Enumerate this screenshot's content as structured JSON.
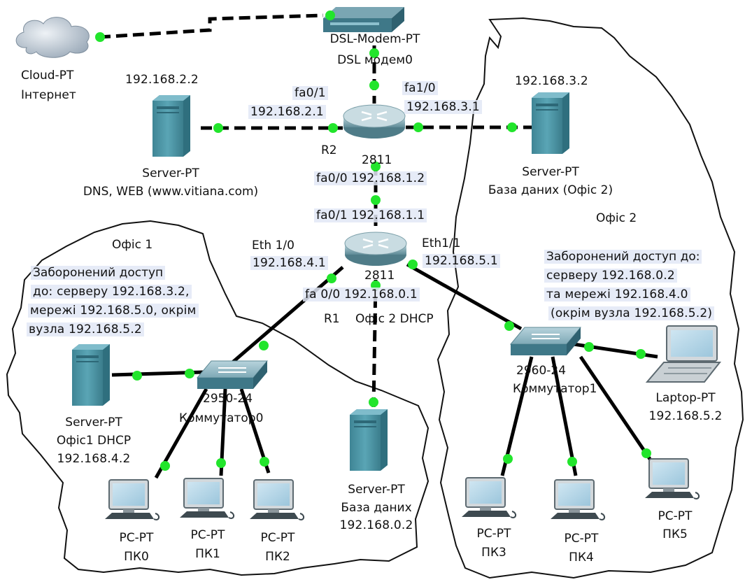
{
  "colors": {
    "link": "#000000",
    "port_dot": "#22e52c",
    "device_teal": "#4e96a6",
    "zone_border": "#000000",
    "label_bg": "#e2e8f6"
  },
  "devices": {
    "cloud": {
      "type": "Cloud-PT",
      "name": "Інтернет",
      "icon": "cloud-icon"
    },
    "modem": {
      "type": "DSL-Modem-PT",
      "name": "DSL модем0",
      "icon": "dsl-modem-icon"
    },
    "r2": {
      "model": "2811",
      "name": "R2",
      "icon": "router-icon"
    },
    "r1": {
      "model": "2811",
      "name": "R1",
      "icon": "router-icon"
    },
    "server_dns": {
      "type": "Server-PT",
      "name": "DNS, WEB (www.vitiana.com)",
      "ip": "192.168.2.2",
      "icon": "server-icon"
    },
    "server_db2": {
      "type": "Server-PT",
      "name": "База даних (Офіс 2)",
      "ip": "192.168.3.2",
      "icon": "server-icon"
    },
    "server_dhcp1": {
      "type": "Server-PT",
      "name": "Офіс1 DHCP",
      "ip": "192.168.4.2",
      "icon": "server-icon"
    },
    "server_db": {
      "type": "Server-PT",
      "name": "База даних",
      "ip": "192.168.0.2",
      "icon": "server-icon"
    },
    "switch0": {
      "model": "2950-24",
      "name": "Коммутатор0",
      "icon": "switch-icon"
    },
    "switch1": {
      "model": "2960-24",
      "name": "Коммутатор1",
      "icon": "switch-icon"
    },
    "laptop": {
      "type": "Laptop-PT",
      "ip": "192.168.5.2",
      "icon": "laptop-icon"
    },
    "pc0": {
      "type": "PC-PT",
      "name": "ПК0",
      "icon": "pc-icon"
    },
    "pc1": {
      "type": "PC-PT",
      "name": "ПК1",
      "icon": "pc-icon"
    },
    "pc2": {
      "type": "PC-PT",
      "name": "ПК2",
      "icon": "pc-icon"
    },
    "pc3": {
      "type": "PC-PT",
      "name": "ПК3",
      "icon": "pc-icon"
    },
    "pc4": {
      "type": "PC-PT",
      "name": "ПК4",
      "icon": "pc-icon"
    },
    "pc5": {
      "type": "PC-PT",
      "name": "ПК5",
      "icon": "pc-icon"
    }
  },
  "interfaces": {
    "r2_fa01": "fa0/1",
    "r2_fa01_ip": "192.168.2.1",
    "r2_fa10": "fa1/0",
    "r2_fa10_ip": "192.168.3.1",
    "r2_fa00": "fa0/0 192.168.1.2",
    "r1_fa01": "fa0/1 192.168.1.1",
    "r1_eth10": "Eth 1/0",
    "r1_eth10_ip": "192.168.4.1",
    "r1_eth11": "Eth1/1",
    "r1_eth11_ip": "192.168.5.1",
    "r1_fa00": "fa 0/0 192.168.0.1",
    "office2_dhcp": "Офіс 2 DHCP"
  },
  "zones": {
    "office1": "Офіс 1",
    "office2": "Офіс 2"
  },
  "notes": {
    "office1": [
      "Заборонений доступ",
      "до: серверу 192.168.3.2,",
      "мережі 192.168.5.0, окрім",
      "вузла 192.168.5.2"
    ],
    "office2": [
      "Заборонений доступ до:",
      "серверу 192.168.0.2",
      "та мережі 192.168.4.0",
      "(окрім вузла 192.168.5.2)"
    ]
  }
}
